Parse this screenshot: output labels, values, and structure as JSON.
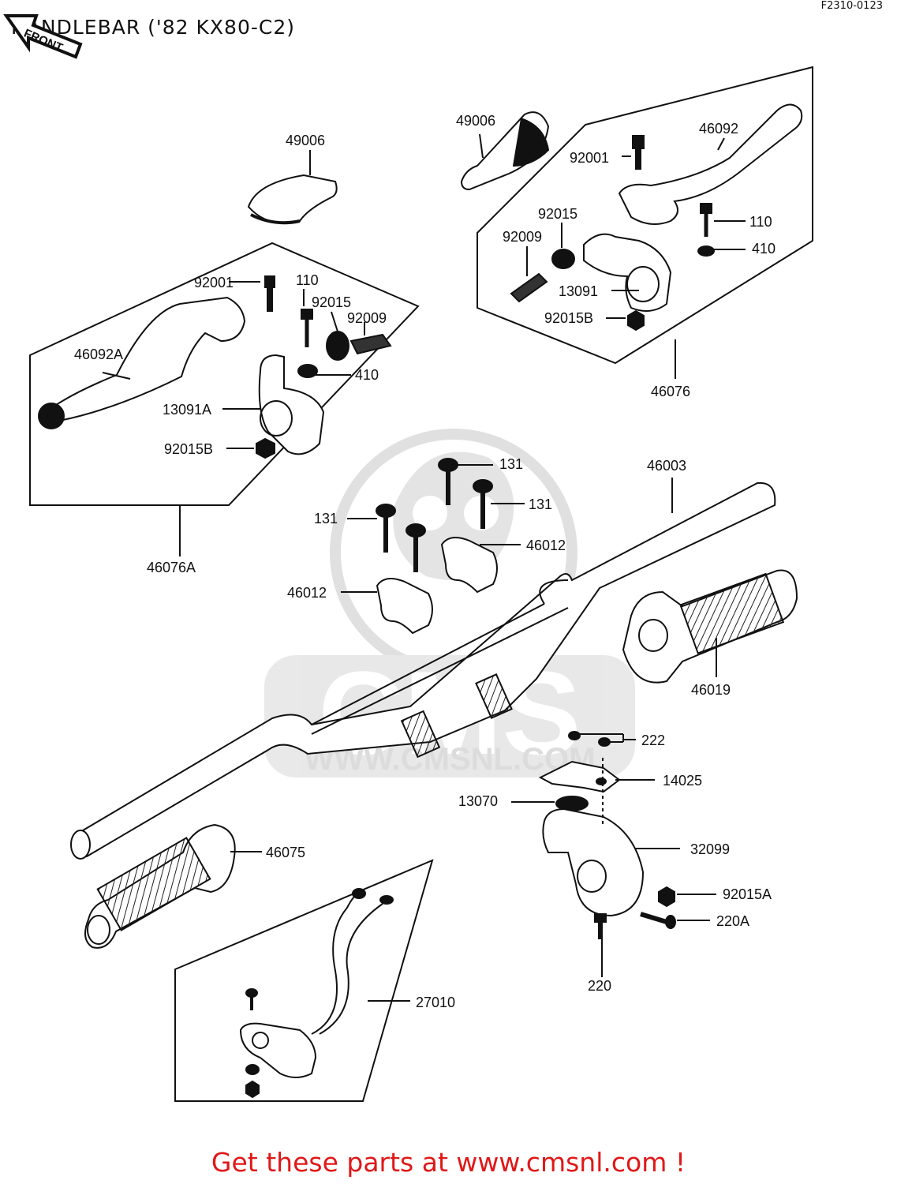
{
  "header": {
    "title": "HANDLEBAR ('82 KX80-C2)",
    "code": "F2310-0123",
    "front_label": "FRONT"
  },
  "watermark": {
    "brand": "CMS",
    "url": "WWW.CMSNL.COM"
  },
  "footer": {
    "text": "Get these parts at www.cmsnl.com !",
    "color": "#e01818"
  },
  "parts": {
    "p49006_left": "49006",
    "p49006_right": "49006",
    "p92001_left": "92001",
    "p110_left": "110",
    "p92015_left": "92015",
    "p92009_left": "92009",
    "p46092A": "46092A",
    "p410_left": "410",
    "p13091A": "13091A",
    "p92015B_left": "92015B",
    "p46076A": "46076A",
    "p46092": "46092",
    "p92001_right": "92001",
    "p92015_right": "92015",
    "p92009_right": "92009",
    "p110_right": "110",
    "p410_right": "410",
    "p13091": "13091",
    "p92015B_right": "92015B",
    "p46076": "46076",
    "p46003": "46003",
    "p131_a": "131",
    "p131_b": "131",
    "p131_c": "131",
    "p46012_a": "46012",
    "p46012_b": "46012",
    "p46019": "46019",
    "p222": "222",
    "p14025": "14025",
    "p13070": "13070",
    "p32099": "32099",
    "p92015A": "92015A",
    "p220A": "220A",
    "p220": "220",
    "p46075": "46075",
    "p27010": "27010"
  }
}
